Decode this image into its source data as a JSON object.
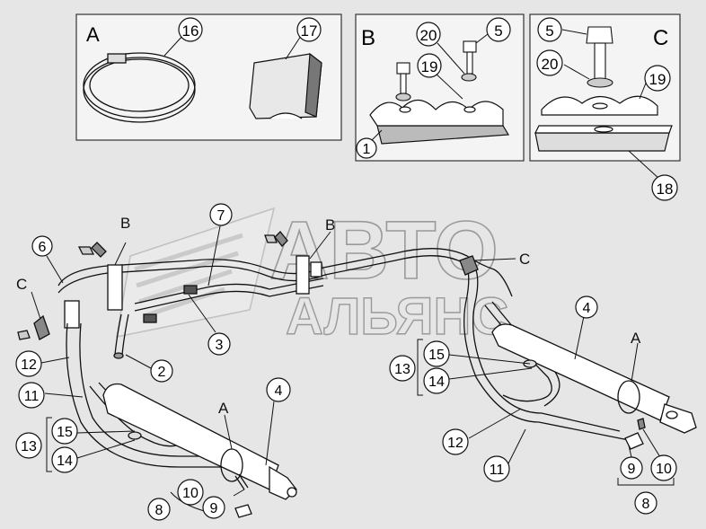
{
  "insets": {
    "a": {
      "label": "A",
      "callouts": [
        "16",
        "17"
      ]
    },
    "b": {
      "label": "B",
      "callouts": [
        "20",
        "5",
        "19",
        "1"
      ]
    },
    "c": {
      "label": "C",
      "callouts": [
        "5",
        "20",
        "19",
        "18"
      ]
    }
  },
  "main": {
    "letters": {
      "b1": "B",
      "b2": "B",
      "c1": "C",
      "c2": "C",
      "a1": "A",
      "a2": "A"
    },
    "callouts": {
      "n7": "7",
      "n6": "6",
      "n3": "3",
      "n2": "2",
      "n12a": "12",
      "n11a": "11",
      "n13a": "13",
      "n15a": "15",
      "n14a": "14",
      "n4a": "4",
      "n10a": "10",
      "n9a": "9",
      "n8a": "8",
      "n4b": "4",
      "n13b": "13",
      "n15b": "15",
      "n14b": "14",
      "n12b": "12",
      "n11b": "11",
      "n9b": "9",
      "n10b": "10",
      "n8b": "8"
    }
  },
  "watermark": {
    "line1": "АВТО",
    "line2": "АЛЬЯНС"
  },
  "colors": {
    "background": "#e6e6e6",
    "line": "#111111",
    "panel": "#f4f4f4",
    "watermark": "#9a9a9a"
  }
}
